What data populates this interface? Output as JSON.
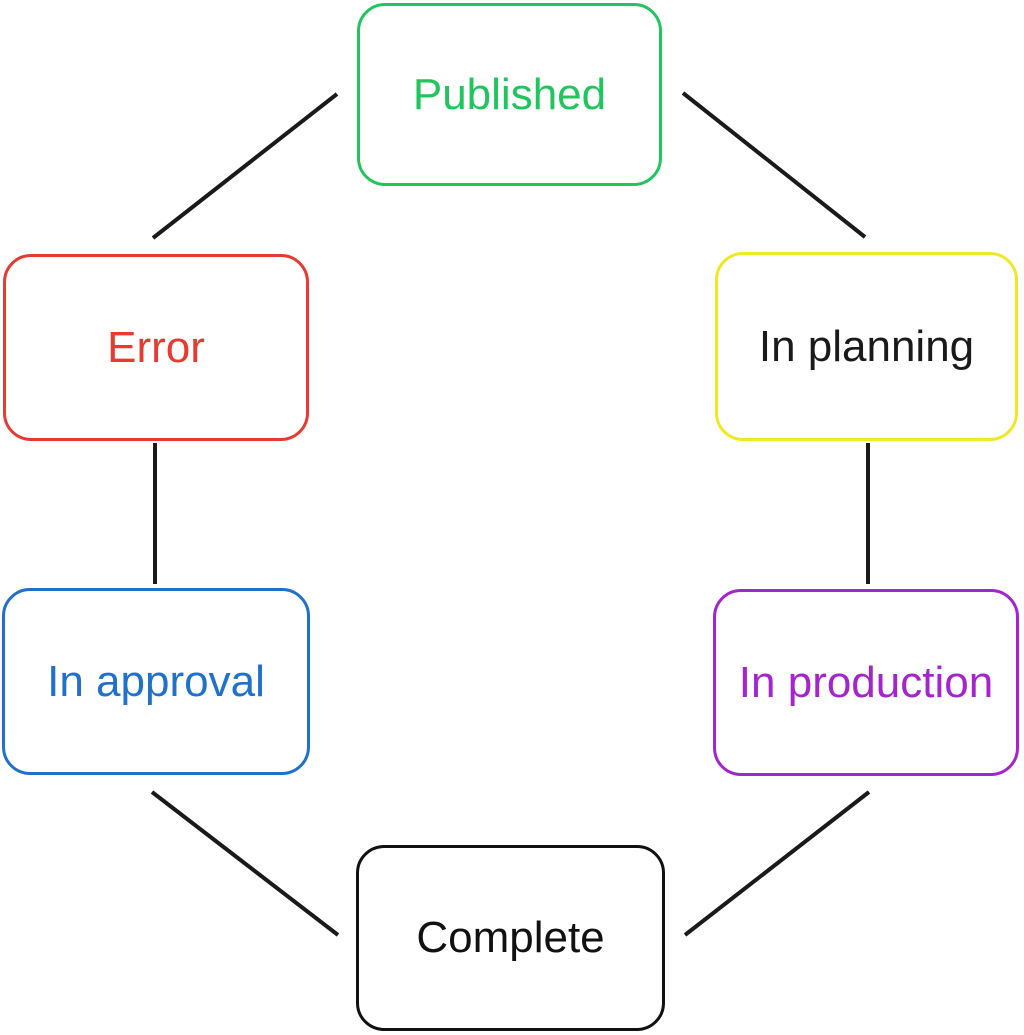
{
  "diagram": {
    "description": "Circular workflow state diagram with six states connected in a cycle",
    "edge_color": "#1a1a1a",
    "nodes": [
      {
        "id": "published",
        "label": "Published",
        "border_color": "#21c55e",
        "text_color": "#21c55e"
      },
      {
        "id": "in-planning",
        "label": "In planning",
        "border_color": "#f0e823",
        "text_color": "#1a1a1a"
      },
      {
        "id": "in-production",
        "label": "In production",
        "border_color": "#a424ce",
        "text_color": "#a424ce"
      },
      {
        "id": "complete",
        "label": "Complete",
        "border_color": "#111111",
        "text_color": "#111111"
      },
      {
        "id": "in-approval",
        "label": "In approval",
        "border_color": "#1f71cb",
        "text_color": "#1f71cb"
      },
      {
        "id": "error",
        "label": "Error",
        "border_color": "#e53b32",
        "text_color": "#e53b32"
      }
    ],
    "edges": [
      {
        "from": "error",
        "to": "published"
      },
      {
        "from": "published",
        "to": "in-planning"
      },
      {
        "from": "in-planning",
        "to": "in-production"
      },
      {
        "from": "in-production",
        "to": "complete"
      },
      {
        "from": "complete",
        "to": "in-approval"
      },
      {
        "from": "in-approval",
        "to": "error"
      }
    ]
  }
}
